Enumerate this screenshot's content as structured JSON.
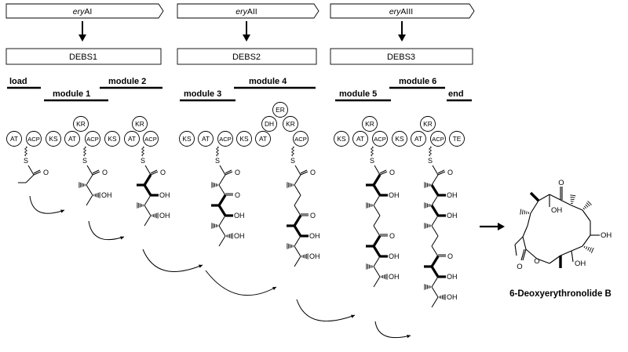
{
  "genes": [
    {
      "prefix": "ery",
      "suffix": "AI",
      "protein": "DEBS1"
    },
    {
      "prefix": "ery",
      "suffix": "AII",
      "protein": "DEBS2"
    },
    {
      "prefix": "ery",
      "suffix": "AIII",
      "protein": "DEBS3"
    }
  ],
  "modules": [
    "load",
    "module 1",
    "module 2",
    "module 3",
    "module 4",
    "module 5",
    "module 6",
    "end"
  ],
  "domain_labels": {
    "AT": "AT",
    "ACP": "ACP",
    "KS": "KS",
    "KR": "KR",
    "DH": "DH",
    "ER": "ER",
    "TE": "TE"
  },
  "chem_labels": {
    "S": "S",
    "O": "O",
    "OH": "OH"
  },
  "product": {
    "name": "6-Deoxyerythronolide B"
  }
}
